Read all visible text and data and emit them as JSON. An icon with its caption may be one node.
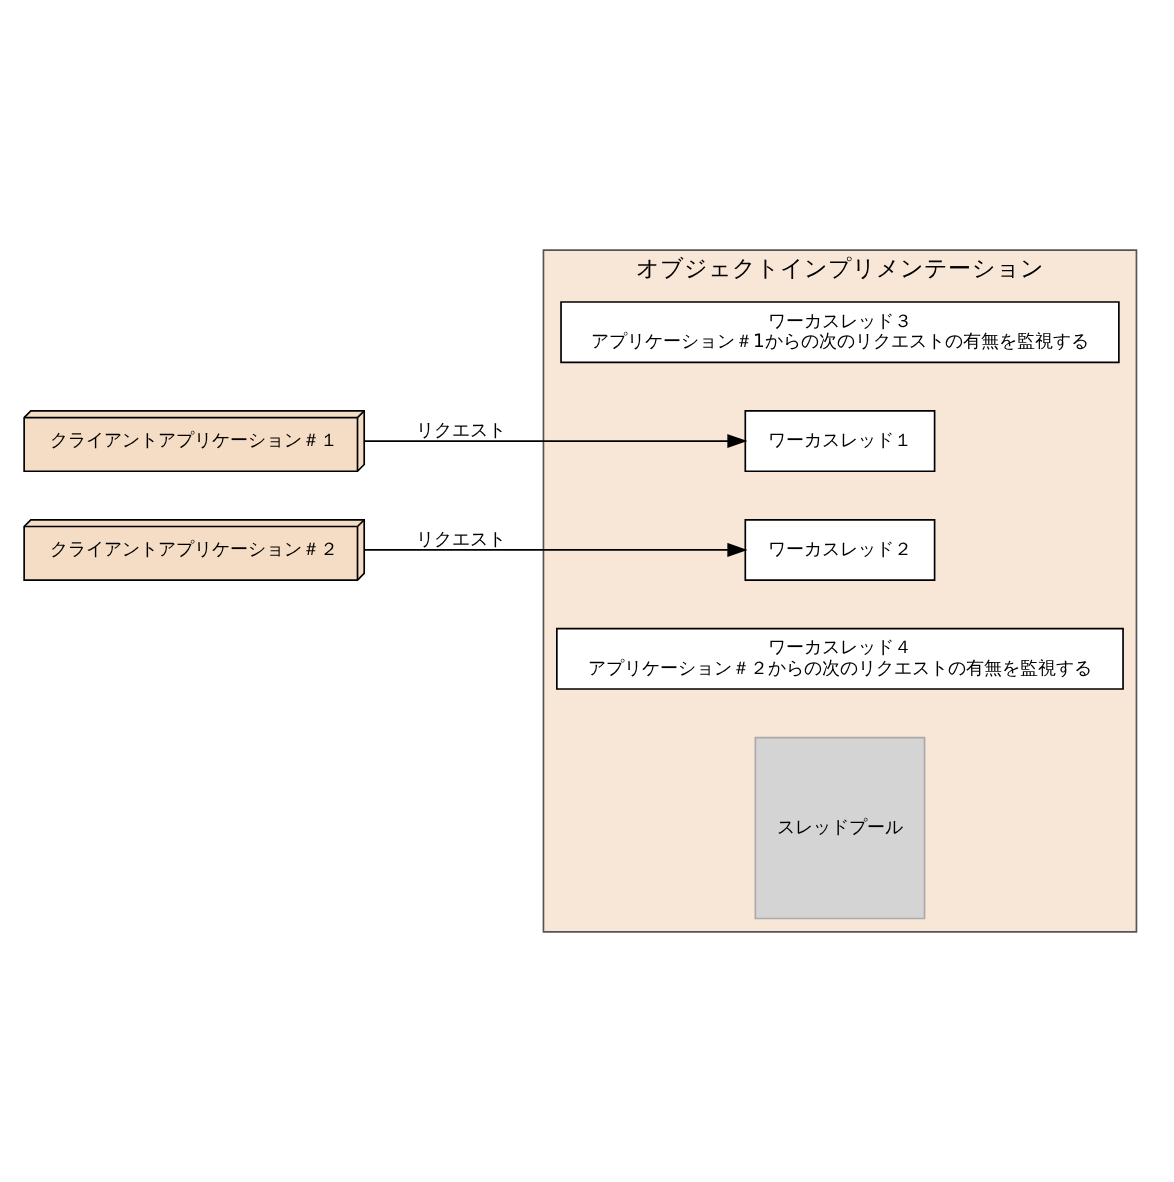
{
  "diagram": {
    "nodes": [
      {
        "text": [
          "オブジェクトインプリメンテーション"
        ]
      },
      {
        "text": [
          "ワーカスレッド３",
          "アプリケーション＃1からの次のリクエストの有無を監視する"
        ],
        "in": 0
      },
      {
        "text": [
          "クライアントアプリケーション＃１"
        ]
      },
      {
        "text": [
          "ワーカスレッド１"
        ],
        "in": 0
      },
      {
        "text": [
          "クライアントアプリケーション＃２"
        ]
      },
      {
        "text": [
          "ワーカスレッド２"
        ],
        "in": 0
      },
      {
        "text": [
          "ワーカスレッド４",
          "アプリケーション＃２からの次のリクエストの有無を監視する"
        ],
        "in": 0
      },
      {
        "text": [
          "スレッドプール"
        ],
        "in": 0
      }
    ],
    "edges": [
      {
        "from": 2,
        "to": 3,
        "arrow": "to",
        "label": "リクエスト"
      },
      {
        "from": 4,
        "to": 5,
        "arrow": "to",
        "label": "リクエスト"
      }
    ]
  }
}
